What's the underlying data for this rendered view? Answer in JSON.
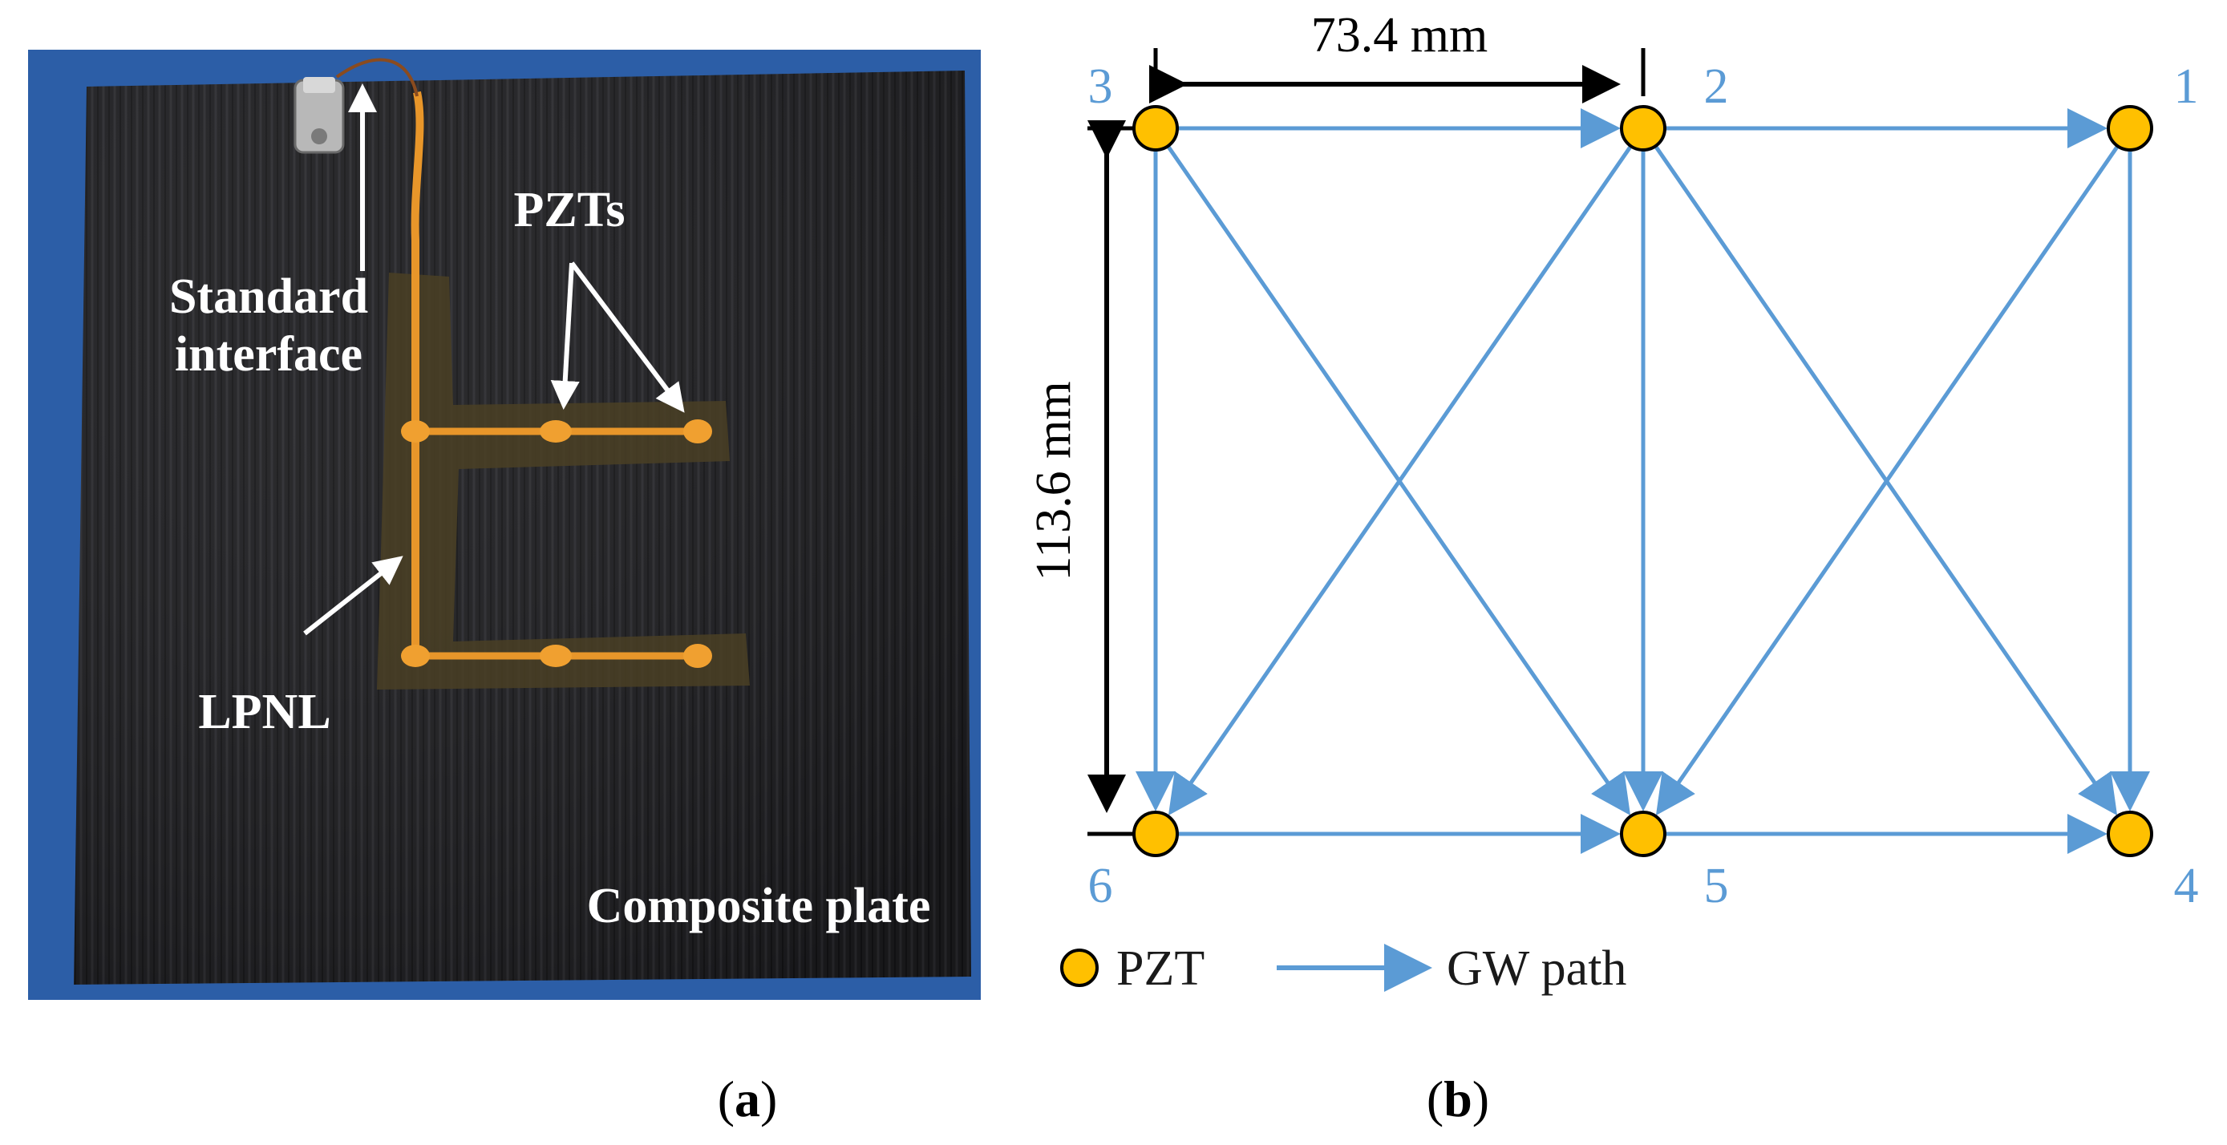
{
  "panel_a": {
    "caption": "a",
    "labels": {
      "standard_interface_line1": "Standard",
      "standard_interface_line2": "interface",
      "pzts": "PZTs",
      "lpnl": "LPNL",
      "composite_plate": "Composite plate"
    }
  },
  "panel_b": {
    "caption": "b",
    "dimension_horizontal": "73.4 mm",
    "dimension_vertical": "113.6 mm",
    "legend": {
      "pzt": "PZT",
      "path": "GW path"
    },
    "nodes": [
      {
        "id": "1",
        "label": "1"
      },
      {
        "id": "2",
        "label": "2"
      },
      {
        "id": "3",
        "label": "3"
      },
      {
        "id": "4",
        "label": "4"
      },
      {
        "id": "5",
        "label": "5"
      },
      {
        "id": "6",
        "label": "6"
      }
    ],
    "paths": [
      [
        "3",
        "2"
      ],
      [
        "2",
        "1"
      ],
      [
        "6",
        "5"
      ],
      [
        "5",
        "4"
      ],
      [
        "3",
        "6"
      ],
      [
        "2",
        "5"
      ],
      [
        "1",
        "4"
      ],
      [
        "3",
        "5"
      ],
      [
        "2",
        "6"
      ],
      [
        "2",
        "4"
      ],
      [
        "1",
        "5"
      ]
    ]
  },
  "colors": {
    "path": "#5b9bd5",
    "node_fill": "#ffc000",
    "node_stroke": "#000000",
    "label_blue": "#5b9bd5",
    "plate": "#1f1f22",
    "background": "#2f66b4",
    "lpnl": "#e8962a"
  }
}
